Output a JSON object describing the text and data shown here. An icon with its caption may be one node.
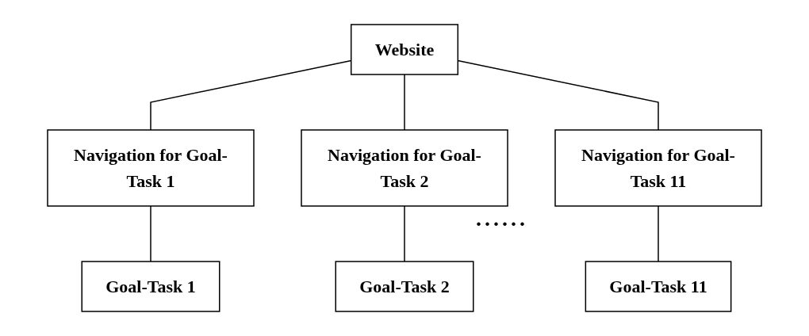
{
  "diagram": {
    "nodes": [
      {
        "text": [
          "Website"
        ]
      },
      {
        "text": [
          "Navigation for Goal-Task 1"
        ]
      },
      {
        "text": [
          "Navigation for Goal-Task 2"
        ]
      },
      {
        "text": [
          "Navigation for Goal-Task 11"
        ]
      },
      {
        "text": [
          "Goal-Task 1"
        ]
      },
      {
        "text": [
          "Goal-Task 2"
        ]
      },
      {
        "text": [
          "Goal-Task 11"
        ]
      }
    ],
    "edges": [
      {
        "from": 0,
        "to": 1,
        "arrow": "none"
      },
      {
        "from": 0,
        "to": 2,
        "arrow": "none"
      },
      {
        "from": 0,
        "to": 3,
        "arrow": "none"
      },
      {
        "from": 1,
        "to": 4,
        "arrow": "none"
      },
      {
        "from": 2,
        "to": 5,
        "arrow": "none"
      },
      {
        "from": 3,
        "to": 6,
        "arrow": "none"
      }
    ],
    "labels": [
      "......"
    ]
  }
}
